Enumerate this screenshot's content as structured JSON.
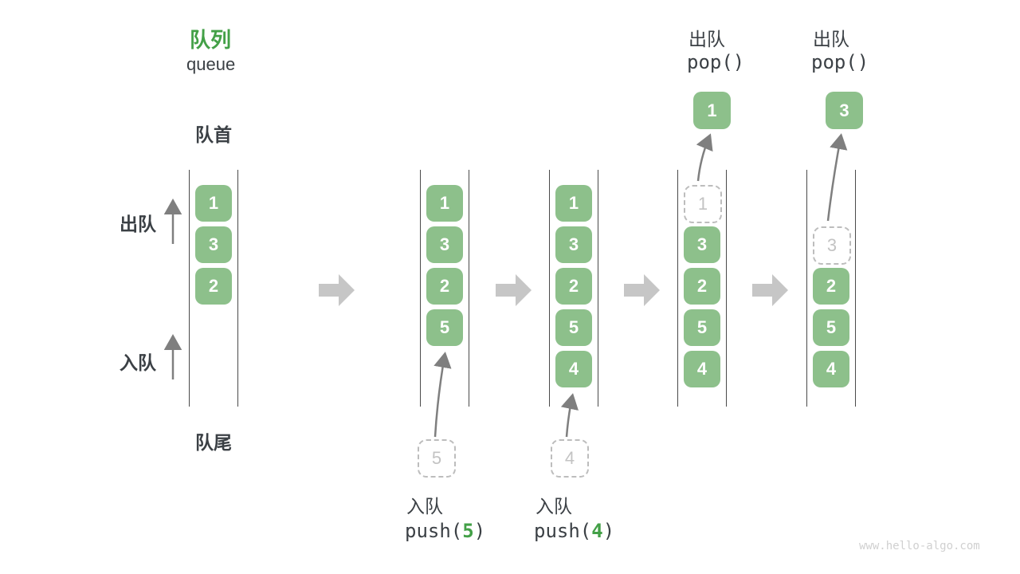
{
  "title": {
    "zh": "队列",
    "en": "queue"
  },
  "side_labels": {
    "front": "队首",
    "rear": "队尾",
    "dequeue": "出队",
    "enqueue": "入队"
  },
  "states": [
    {
      "boxes": [
        "1",
        "3",
        "2"
      ]
    },
    {
      "boxes": [
        "1",
        "3",
        "2",
        "5"
      ],
      "pending": "5",
      "op": {
        "label": "入队",
        "prefix": "push(",
        "arg": "5",
        "suffix": ")"
      }
    },
    {
      "boxes": [
        "1",
        "3",
        "2",
        "5",
        "4"
      ],
      "pending": "4",
      "op": {
        "label": "入队",
        "prefix": "push(",
        "arg": "4",
        "suffix": ")"
      }
    },
    {
      "ghost": "1",
      "boxes": [
        "3",
        "2",
        "5",
        "4"
      ],
      "popped": "1",
      "op": {
        "label": "出队",
        "code": "pop()"
      }
    },
    {
      "ghost": "3",
      "boxes": [
        "2",
        "5",
        "4"
      ],
      "popped": "3",
      "op": {
        "label": "出队",
        "code": "pop()"
      }
    }
  ],
  "watermark": "www.hello-algo.com",
  "colors": {
    "box_green": "#8dc08b",
    "title_green": "#43a047",
    "arg_green": "#43a047",
    "text_dark": "#3b4045",
    "channel_line": "#4a4a4a",
    "thin_arrow": "#7f7f7f",
    "block_arrow": "#c6c6c6",
    "ghost_border": "#bdbdbd",
    "watermark_gray": "#d0d0d0"
  }
}
